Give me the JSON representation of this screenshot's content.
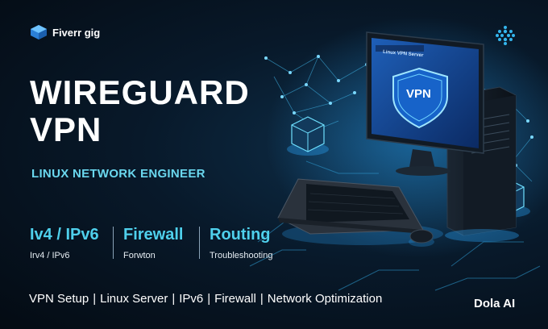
{
  "brand": {
    "name": "Fiverr gig",
    "icon": "cube-icon"
  },
  "corner_icon": "dots-grid-icon",
  "headline": {
    "line1": "WIREGUARD",
    "line2": "VPN"
  },
  "subtitle": "LINUX NETWORK ENGINEER",
  "features": [
    {
      "title": "Iv4 / IPv6",
      "subtitle": "Irv4 / IPv6"
    },
    {
      "title": "Firewall",
      "subtitle": "Forwton"
    },
    {
      "title": "Routing",
      "subtitle": "Troubleshooting"
    }
  ],
  "tags": [
    "VPN Setup",
    "Linux Server",
    "IPv6",
    "Firewall",
    "Network Optimization"
  ],
  "tag_separator": "|",
  "monitor": {
    "header": "Linux VPN Server",
    "shield_label": "VPN"
  },
  "watermark": "Dola AI",
  "colors": {
    "accent": "#4fd0ec",
    "background": "#061019",
    "text": "#ffffff"
  }
}
